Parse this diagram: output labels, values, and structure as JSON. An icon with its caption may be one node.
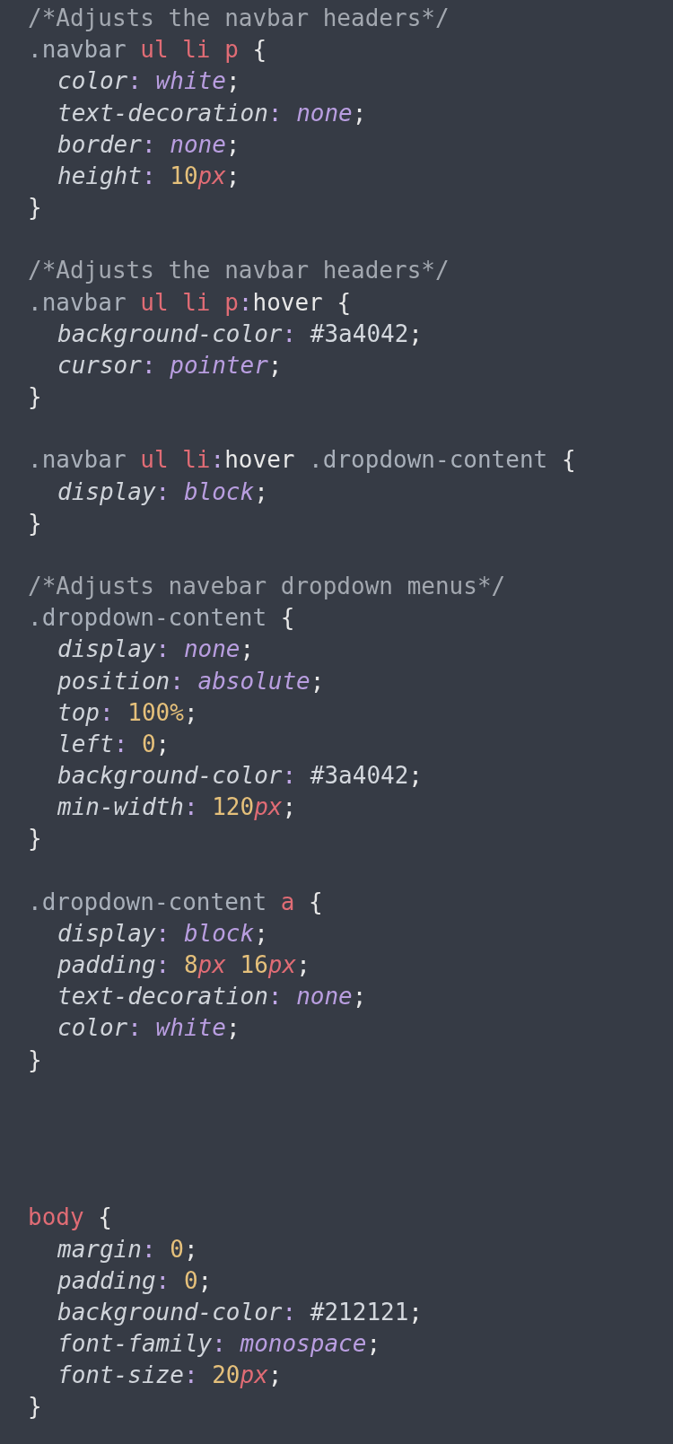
{
  "diagram": {
    "labels": [
      "/*Adjusts the navbar headers*/",
      ".navbar ul li p {",
      "color: white;",
      "text-decoration: none;",
      "border: none;",
      "height: 10px;",
      "}",
      "/*Adjusts the navbar headers*/",
      ".navbar ul li p:hover {",
      "background-color: #3a4042;",
      "cursor: pointer;",
      "}",
      ".navbar ul li:hover .dropdown-content {",
      "display: block;",
      "}",
      "/*Adjusts navebar dropdown menus*/",
      ".dropdown-content {",
      "display: none;",
      "position: absolute;",
      "top: 100%;",
      "left: 0;",
      "background-color: #3a4042;",
      "min-width: 120px;",
      "}",
      ".dropdown-content a {",
      "display: block;",
      "padding: 8px 16px;",
      "text-decoration: none;",
      "color: white;",
      "}",
      "body {",
      "margin: 0;",
      "padding: 0;",
      "background-color: #212121;",
      "font-family: monospace;",
      "font-size: 20px;",
      "}"
    ]
  }
}
